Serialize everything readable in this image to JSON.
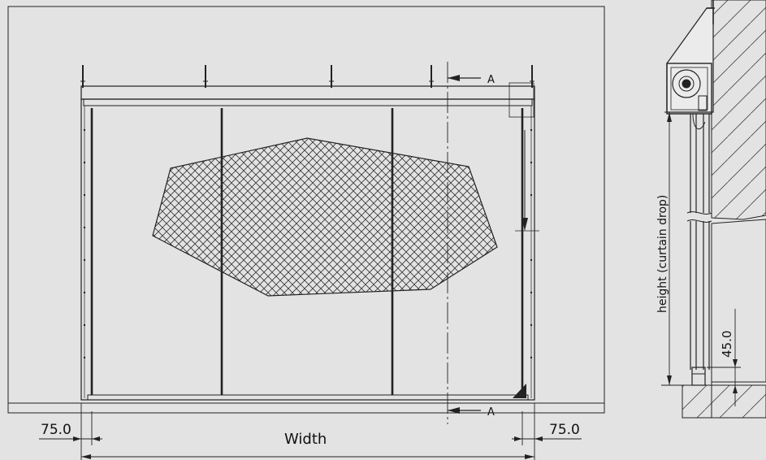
{
  "labels": {
    "section_marker_top": "A",
    "section_marker_bottom": "A",
    "width": "Width",
    "margin_left": "75.0",
    "margin_right": "75.0",
    "height": "height (curtain drop)",
    "bottom_offset": "45.0"
  },
  "colors": {
    "background": "#e3e3e3",
    "line": "#222222",
    "hatch": "#333333"
  }
}
